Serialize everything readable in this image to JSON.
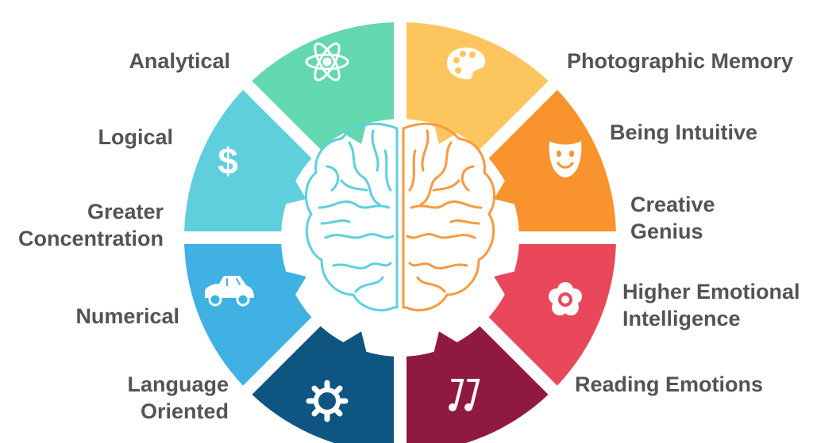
{
  "left_labels": [
    [
      "Analytical"
    ],
    [
      "Logical"
    ],
    [
      "Greater",
      "Concentration"
    ],
    [
      "Numerical"
    ],
    [
      "Language",
      "Oriented"
    ]
  ],
  "right_labels": [
    [
      "Photographic Memory"
    ],
    [
      "Being Intuitive"
    ],
    [
      "Creative",
      "Genius"
    ],
    [
      "Higher Emotional",
      "Intelligence"
    ],
    [
      "Reading Emotions"
    ]
  ],
  "segments": [
    {
      "name": "analytical",
      "color": "#63D7AE",
      "icon": "atom-icon"
    },
    {
      "name": "logical",
      "color": "#5FCFDD",
      "icon": "dollar-icon"
    },
    {
      "name": "concentration",
      "color": "#3FB1E3",
      "icon": "car-icon"
    },
    {
      "name": "language",
      "color": "#0F5582",
      "icon": "gear-icon"
    },
    {
      "name": "photographic-memory",
      "color": "#FDC55E",
      "icon": "palette-icon"
    },
    {
      "name": "intuitive",
      "color": "#F9932E",
      "icon": "mask-icon"
    },
    {
      "name": "emotional-intelligence",
      "color": "#E9485A",
      "icon": "flower-icon"
    },
    {
      "name": "reading-emotions",
      "color": "#901A3F",
      "icon": "music-note-icon"
    }
  ],
  "brain": {
    "left_color": "#5DD0DD",
    "right_color": "#F9993E"
  }
}
